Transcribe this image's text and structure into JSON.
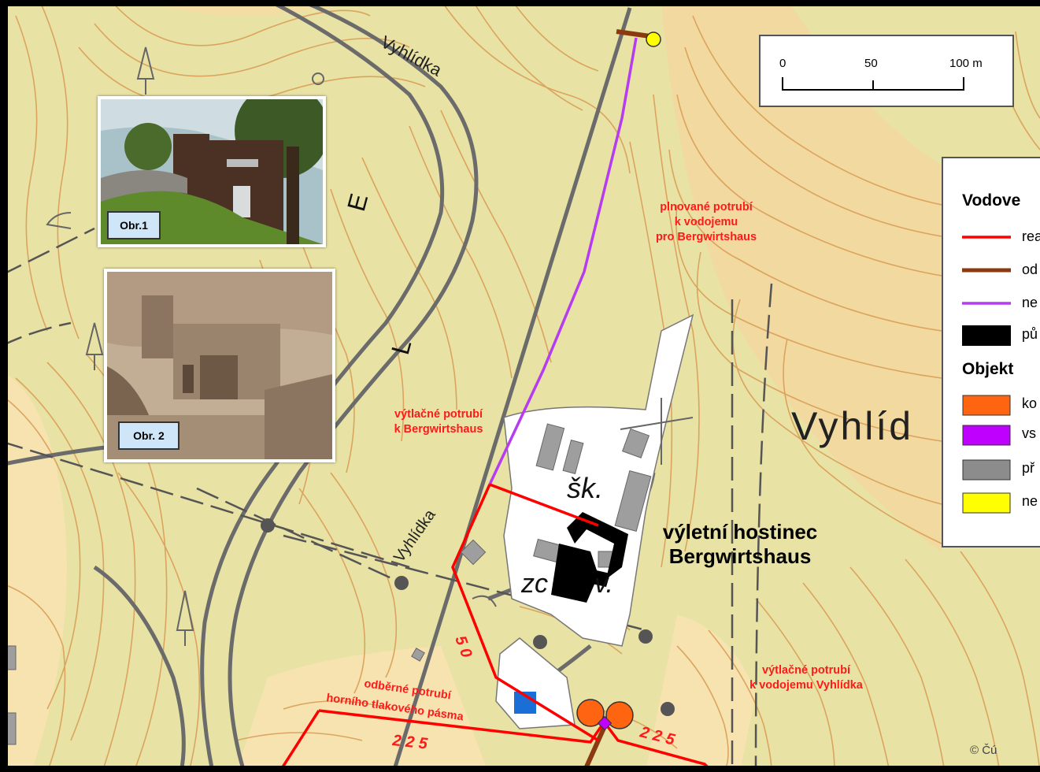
{
  "photos": {
    "photo1_label": "Obr.1",
    "photo2_label": "Obr. 2"
  },
  "scalebar": {
    "ticks": [
      "0",
      "50",
      "100 m"
    ]
  },
  "legend": {
    "heading1": "Vodove",
    "heading2": "Objekt",
    "rows": [
      {
        "text": "rea",
        "color": "#ff0000",
        "kind": "line"
      },
      {
        "text": "od",
        "color": "#8b3a0f",
        "kind": "line"
      },
      {
        "text": "ne",
        "color": "#b53cf0",
        "kind": "line"
      },
      {
        "text": "pů",
        "color": "#000000",
        "kind": "box"
      },
      {
        "text": "ko",
        "color": "#ff6410",
        "kind": "box"
      },
      {
        "text": "vs",
        "color": "#c000ff",
        "kind": "box"
      },
      {
        "text": "př",
        "color": "#8c8c8c",
        "kind": "box"
      },
      {
        "text": "ne",
        "color": "#ffff00",
        "kind": "box"
      }
    ]
  },
  "map_labels": {
    "planned_pipe": [
      "plnované potrubí",
      "k vodojemu",
      "pro Bergwirtshaus"
    ],
    "pressure_pipe_bw": [
      "výtlačné potrubí",
      "k Bergwirtshaus"
    ],
    "pressure_pipe_vyhlidka": [
      "výtlačné potrubí",
      "k vodojemu Vyhlídka"
    ],
    "offtake_pipe": [
      "odběrné potrubí",
      "horního tlakového pásma"
    ],
    "inn": [
      "výletní hostinec",
      "Bergwirtshaus"
    ],
    "pipe_dim_50": "5 0",
    "pipe_dim_225_left": "2 2 5",
    "pipe_dim_225_right": "2 2 5",
    "road_vyhlidka_top": "Vyhlídka",
    "road_vyhlidka_mid": "Vyhlídka",
    "place_vyhlidka": "Vyhlíd",
    "sk": "šk.",
    "zr": "zc",
    "zr2": "v.",
    "letter_e": "E",
    "letter_l": "L"
  },
  "copyright": "© Čú"
}
